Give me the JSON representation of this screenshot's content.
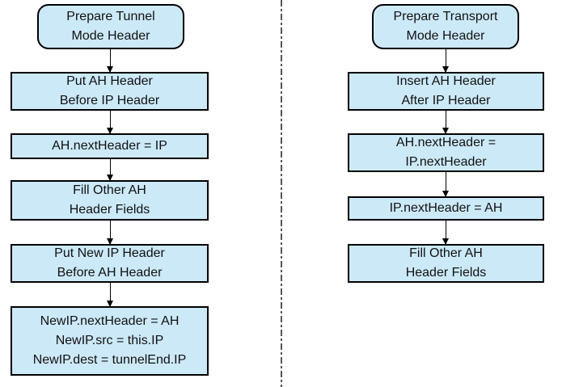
{
  "diagram": {
    "colors": {
      "box_fill": "#cce9f8",
      "box_border": "#000000",
      "divider_color": "#555555",
      "arrow_color": "#000000"
    },
    "left_flow": {
      "title_box": "Prepare Tunnel\nMode Header",
      "steps": [
        "Put AH Header\nBefore IP Header",
        "AH.nextHeader = IP",
        "Fill Other AH\nHeader Fields",
        "Put New IP Header\nBefore AH Header",
        "NewIP.nextHeader = AH\nNewIP.src = this.IP\nNewIP.dest = tunnelEnd.IP"
      ]
    },
    "right_flow": {
      "title_box": "Prepare Transport\nMode Header",
      "steps": [
        "Insert AH Header\nAfter IP Header",
        "AH.nextHeader =\nIP.nextHeader",
        "IP.nextHeader = AH",
        "Fill Other AH\nHeader Fields"
      ]
    }
  }
}
